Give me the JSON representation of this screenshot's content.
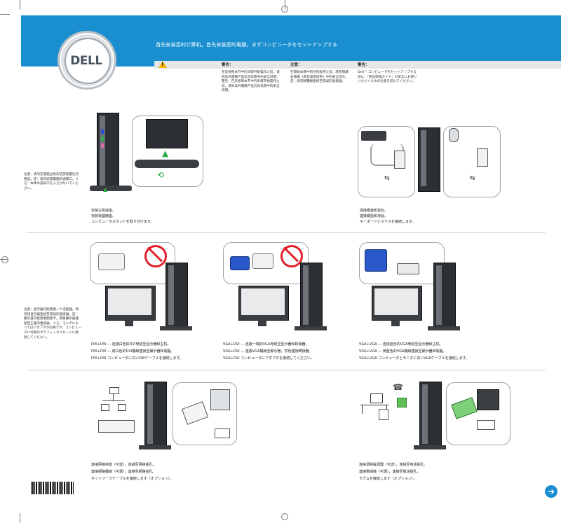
{
  "header": {
    "title": "首先安装您的计算机。首先安裝您的電腦。まずコンピュータをセットアップする",
    "brand": "DELL"
  },
  "notices": {
    "warning_icon": "warning-icon",
    "col1": {
      "heading": "警告：",
      "text": "在您按照本节中的步骤开始操作之前，请阅读并遵循产品信息指南中的安全说明。警告：在您按照本节中的步骤开始操作之前，请阅读并遵循产品信息指南中的安全说明。"
    },
    "col2": {
      "heading": "注意：",
      "text": "在開始本節中的任何程序之前，請先閱讀並遵循《產品資訊指南》中的安全指示。註：請勿將纜線連接至錯誤的連接器。"
    },
    "col3": {
      "heading": "警告：",
      "text": "Dell™ コンピュータをセットアップする前に、『製品情報ガイド』の安全にお使いいただくための注意を読んでください。"
    }
  },
  "side_notes": {
    "stand": "注意：请勿在电脑主机的前部放置任何物品。註：請勿遮擋電腦的通風口。メモ：本体の通気口をふさがないでください。",
    "monitor": "注意：显示器可能需要一个适配器。请勿将显示器连接至错误的连接器。註：顯示器可能需要配接卡。請將顯示器連接至正確的連接器。メモ：モニタによってはアダプタが必要です。コンピュータに付属のグラフィックスカードに接続してください。"
  },
  "captions": {
    "stand": [
      "安装主机底座。",
      "安裝電腦機座。",
      "コンピュータスタンドを取り付けます。"
    ],
    "keyboard_mouse": [
      "连接键盘和鼠标。",
      "連接鍵盤和滑鼠。",
      "キーボードとマウスを接続します。"
    ],
    "dvi": [
      "DVI+DVI — 连接白色的DVI电缆至显示器和主机。",
      "DVI+DVI — 將白色的DVI纜線連接至顯示器和電腦。",
      "DVI+DVI コンピュータに白いDVIケーブルを接続します。"
    ],
    "vga_dvi": [
      "VGA+DVI — 连接一端的VGA电缆至显示器和转接器。",
      "VGA+DVI — 連接VGA纜線至顯示器，然後連接轉接器。",
      "VGA+DVI コンピュータにアダプタを接続してください。"
    ],
    "vga_vga": [
      "VGA+VGA — 连接蓝色的VGA电缆至显示器和主机。",
      "VGA+VGA — 將藍色的VGA纜線連接至顯示器和電腦。",
      "VGA+VGA コンピュータとモニタに青いVGAケーブルを接続します。"
    ],
    "network": [
      "连接网络电缆（可选），连接至网络插孔。",
      "連接網路纜線（可選），連接至網路插孔。",
      "ネットワークケーブルを接続します（オプション）。"
    ],
    "modem": [
      "连接调制解调器（可选），连接至电话插孔。",
      "連接數據機（可選），連接至電話插孔。",
      "モデムを接続します（オプション）。"
    ]
  },
  "footer": {
    "next_arrow": "arrow-right-icon"
  }
}
